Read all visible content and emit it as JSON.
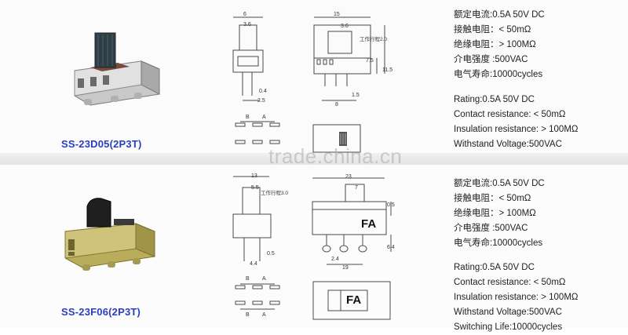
{
  "top": {
    "model": "SS-23D05(2P3T)",
    "specs": [
      "额定电流:0.5A 50V DC",
      "接触电阻：< 50mΩ",
      "绝缘电阻：> 100MΩ",
      "介电强度 :500VAC",
      "电气寿命:10000cycles",
      "Rating:0.5A 50V DC",
      "Contact resistance: < 50mΩ",
      "Insulation resistance: > 100MΩ",
      "Withstand Voltage:500VAC"
    ],
    "dims": {
      "w6": "6",
      "w36": "3.6",
      "w04": "0.4",
      "w25": "2.5",
      "w15": "15",
      "w36b": "3.6",
      "travel": "工作行程2.0",
      "h75": "7.5",
      "h115": "11.5",
      "w15b": "1.5",
      "w8": "8"
    },
    "pin_labels": [
      "B",
      "A"
    ]
  },
  "bottom": {
    "model": "SS-23F06(2P3T)",
    "specs": [
      "额定电流:0.5A 50V DC",
      "接触电阻：< 50mΩ",
      "绝缘电阻：> 100MΩ",
      "介电强度 :500VAC",
      "电气寿命:10000cycles",
      "Rating:0.5A 50V DC",
      "Contact resistance: < 50mΩ",
      "Insulation resistance: > 100MΩ",
      "Withstand Voltage:500VAC",
      "Switching Life:10000cycles"
    ],
    "dims": {
      "w13": "13",
      "w55": "5.5",
      "travel": "工作行程3.0",
      "w23": "23",
      "w7": "7",
      "h05": "0.5",
      "h05b": "0.5",
      "w44": "4.4",
      "w24": "2.4",
      "w19": "19",
      "h64": "6.4"
    },
    "fa": "FA",
    "pin_labels": [
      "B",
      "A",
      "B",
      "A"
    ]
  },
  "watermark": "trade.china.cn"
}
